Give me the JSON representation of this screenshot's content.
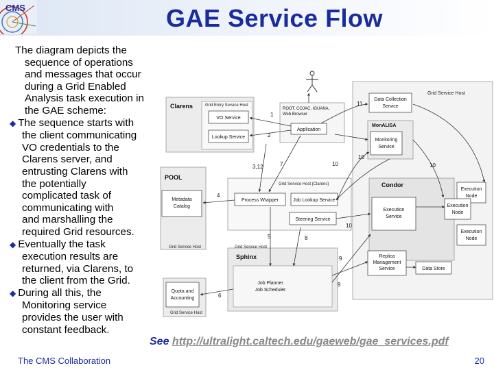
{
  "slide": {
    "title": "GAE Service Flow",
    "logo_text": "CMS",
    "intro": [
      "The diagram depicts the",
      "sequence of operations",
      "and messages that occur",
      "during a Grid Enabled",
      "Analysis task execution in",
      "the GAE scheme:"
    ],
    "bullets": [
      [
        "The sequence starts with",
        "the client communicating",
        "VO credentials to the",
        "Clarens server, and",
        "entrusting Clarens with",
        "the  potentially",
        "complicated task of",
        "communicating with",
        "and marshalling the",
        "required Grid resources."
      ],
      [
        "Eventually the task",
        "execution results are",
        "returned, via Clarens, to",
        "the client from the Grid."
      ],
      [
        "During all this, the",
        "Monitoring service",
        "provides the user with",
        "constant feedback."
      ]
    ],
    "see_prefix": "See ",
    "see_url": "http://ultralight.caltech.edu/gaeweb/gae_services.pdf",
    "footer_left": "The CMS Collaboration",
    "page_number": "20",
    "accent_color": "#1a2c9c"
  },
  "diagram": {
    "groups": {
      "clarens": "Clarens",
      "clarens_host": "Grid Entry Service Host",
      "grid_service_host": "Grid Service Host",
      "monalisa": "MonALISA",
      "clarens_gsh": "Grid Service Host (Clarens)",
      "pool": "POOL",
      "pool_host": "Grid Service Host",
      "condor": "Condor",
      "sphinx_host": "Grid Service Host",
      "sphinx": "Sphinx",
      "qa_host": "Grid Service Host"
    },
    "boxes": {
      "vo_service": "VO Service",
      "lookup_service": "Lookup Service",
      "client_apps": [
        "ROOT, COJAC, IGUANA,",
        "Web Browser"
      ],
      "application": "Application",
      "data_collection": [
        "Data Collection",
        "Service"
      ],
      "monitoring": [
        "Monitoring",
        "Service"
      ],
      "metadata_catalog": [
        "Metadata",
        "Catalog"
      ],
      "process_wrapper": "Process Wrapper",
      "job_lookup": "Job Lookup Service",
      "steering": "Steering Service",
      "execution_service": [
        "Execution",
        "Service"
      ],
      "execution_node": [
        "Execution",
        "Node"
      ],
      "replica": [
        "Replica",
        "Management",
        "Service"
      ],
      "data_store": "Data Store",
      "job_planner": [
        "Job Planner",
        "Job Scheduler"
      ],
      "quota": [
        "Quota and",
        "Accounting"
      ]
    },
    "step_labels": [
      "1",
      "2",
      "3,12",
      "4",
      "5",
      "6",
      "7",
      "8",
      "9",
      "9",
      "10",
      "10",
      "10",
      "10",
      "11"
    ]
  }
}
